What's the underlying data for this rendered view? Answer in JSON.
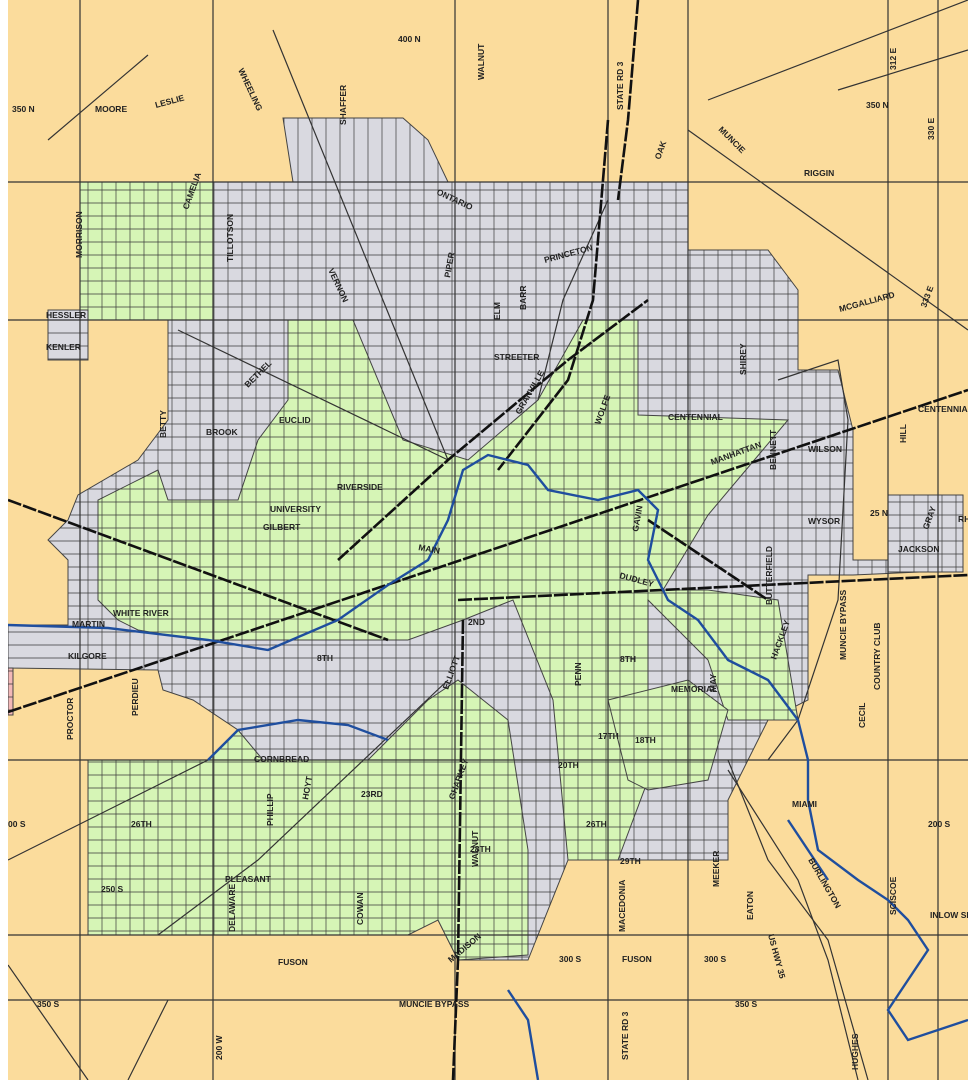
{
  "map": {
    "colors": {
      "rural": "#fbdc9c",
      "city_gray": "#d9d9e0",
      "city_green": "#d6f5b6",
      "road": "#333333",
      "street": "#3a3a3a",
      "railroad": "#111111",
      "river": "#1f4e9e",
      "border": "#444444"
    },
    "labels": [
      {
        "text": "400 N"
      },
      {
        "text": "350 N"
      },
      {
        "text": "312 E"
      },
      {
        "text": "330 E"
      },
      {
        "text": "350 N"
      },
      {
        "text": "MOORE"
      },
      {
        "text": "LESLIE"
      },
      {
        "text": "WHEELING"
      },
      {
        "text": "SHAFFER"
      },
      {
        "text": "WALNUT"
      },
      {
        "text": "STATE RD 3"
      },
      {
        "text": "OAK"
      },
      {
        "text": "MUNCIE"
      },
      {
        "text": "RIGGIN"
      },
      {
        "text": "MORRISON"
      },
      {
        "text": "CAMELIA"
      },
      {
        "text": "TILLOTSON"
      },
      {
        "text": "VERNON"
      },
      {
        "text": "ONTARIO"
      },
      {
        "text": "PIPER"
      },
      {
        "text": "PRINCETON"
      },
      {
        "text": "BARR"
      },
      {
        "text": "ELM"
      },
      {
        "text": "MCGALLIARD"
      },
      {
        "text": "333 E"
      },
      {
        "text": "HESSLER"
      },
      {
        "text": "KENLER"
      },
      {
        "text": "STREETER"
      },
      {
        "text": "GRANVILLE"
      },
      {
        "text": "SHIREY"
      },
      {
        "text": "BETHEL"
      },
      {
        "text": "WOLFE"
      },
      {
        "text": "CENTENNIAL"
      },
      {
        "text": "CENTENNIAL"
      },
      {
        "text": "BROOK"
      },
      {
        "text": "EUCLID"
      },
      {
        "text": "BETTY"
      },
      {
        "text": "HILL"
      },
      {
        "text": "MANHATTAN"
      },
      {
        "text": "BENNETT"
      },
      {
        "text": "WILSON"
      },
      {
        "text": "RIVERSIDE"
      },
      {
        "text": "UNIVERSITY"
      },
      {
        "text": "GILBERT"
      },
      {
        "text": "GAVIN"
      },
      {
        "text": "WYSOR"
      },
      {
        "text": "25 N"
      },
      {
        "text": "JACKSON"
      },
      {
        "text": "GRAY"
      },
      {
        "text": "MAIN"
      },
      {
        "text": "DUDLEY"
      },
      {
        "text": "BUTTERFIELD"
      },
      {
        "text": "WHITE RIVER"
      },
      {
        "text": "MARTIN"
      },
      {
        "text": "2ND"
      },
      {
        "text": "MUNCIE BYPASS"
      },
      {
        "text": "COUNTRY CLUB"
      },
      {
        "text": "KILGORE"
      },
      {
        "text": "8TH"
      },
      {
        "text": "ELLIOTT"
      },
      {
        "text": "PENN"
      },
      {
        "text": "8TH"
      },
      {
        "text": "HACKLEY"
      },
      {
        "text": "MEMORIAL"
      },
      {
        "text": "MAY"
      },
      {
        "text": "PROCTOR"
      },
      {
        "text": "PERDIEU"
      },
      {
        "text": "17TH"
      },
      {
        "text": "18TH"
      },
      {
        "text": "CECIL"
      },
      {
        "text": "20TH"
      },
      {
        "text": "CORNBREAD"
      },
      {
        "text": "HOYT"
      },
      {
        "text": "PHILLIP"
      },
      {
        "text": "23RD"
      },
      {
        "text": "GHARKEY"
      },
      {
        "text": "MIAMI"
      },
      {
        "text": "26TH"
      },
      {
        "text": "26TH"
      },
      {
        "text": "00 S"
      },
      {
        "text": "200 S"
      },
      {
        "text": "WALNUT"
      },
      {
        "text": "28TH"
      },
      {
        "text": "29TH"
      },
      {
        "text": "BURLINGTON"
      },
      {
        "text": "SCISCOE"
      },
      {
        "text": "250 S"
      },
      {
        "text": "PLEASANT"
      },
      {
        "text": "DELAWARE"
      },
      {
        "text": "COWAN"
      },
      {
        "text": "MACEDONIA"
      },
      {
        "text": "MEEKER"
      },
      {
        "text": "EATON"
      },
      {
        "text": "US HWY 35"
      },
      {
        "text": "INLOW SP"
      },
      {
        "text": "MADISON"
      },
      {
        "text": "FUSON"
      },
      {
        "text": "300 S"
      },
      {
        "text": "FUSON"
      },
      {
        "text": "300 S"
      },
      {
        "text": "350 S"
      },
      {
        "text": "MUNCIE BYPASS"
      },
      {
        "text": "350 S"
      },
      {
        "text": "200 W"
      },
      {
        "text": "STATE RD 3"
      },
      {
        "text": "HUGHES"
      },
      {
        "text": "RH"
      }
    ]
  }
}
